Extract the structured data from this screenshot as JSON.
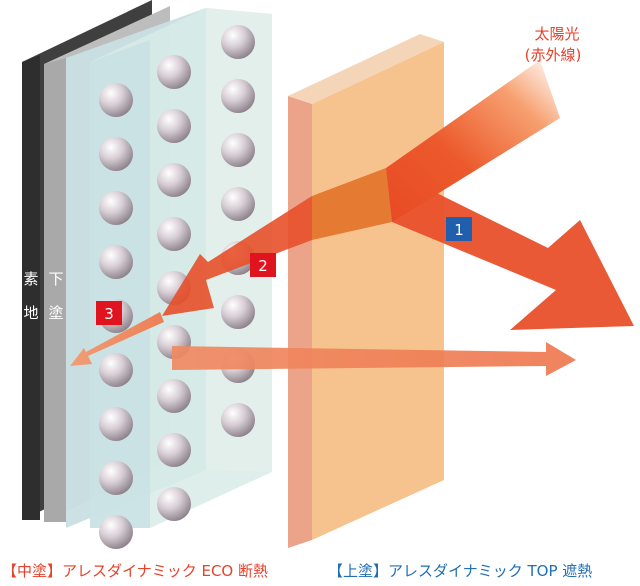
{
  "labels": {
    "sunlight_line1": "太陽光",
    "sunlight_line2": "(赤外線)",
    "substrate_char1": "素",
    "substrate_char2": "地",
    "undercoat_char1": "下",
    "undercoat_char2": "塗",
    "badge1": "1",
    "badge2": "2",
    "badge3": "3"
  },
  "captions": {
    "middle_coat": "【中塗】アレスダイナミック ECO 断熱",
    "top_coat": "【上塗】アレスダイナミック TOP 遮熱"
  },
  "colors": {
    "arrow": "#e8502a",
    "badge_red": "#e0141e",
    "badge_blue": "#1f5fae",
    "caption_red": "#e8402a",
    "caption_blue": "#1f6fb5",
    "top_panel": "#f6c38e",
    "top_panel_edge": "#e8957a"
  }
}
